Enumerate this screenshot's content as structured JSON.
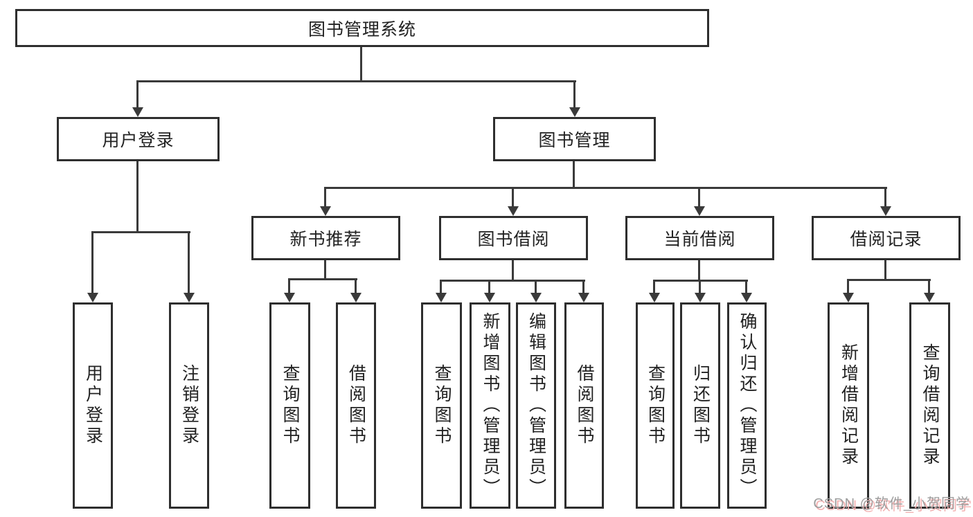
{
  "diagram": {
    "title": "图书管理系统",
    "nodes": {
      "root": "图书管理系统",
      "login": "用户登录",
      "manage": "图书管理",
      "recommend": "新书推荐",
      "borrow": "图书借阅",
      "current": "当前借阅",
      "records": "借阅记录",
      "leaf_login": "用户登录",
      "leaf_logout": "注销登录",
      "rec_query": "查询图书",
      "rec_borrow": "借阅图书",
      "bor_query": "查询图书",
      "bor_add": "新增图书（管理员）",
      "bor_edit": "编辑图书（管理员）",
      "bor_borrow": "借阅图书",
      "cur_query": "查询图书",
      "cur_return": "归还图书",
      "cur_confirm": "确认归还（管理员）",
      "records_add": "新增借阅记录",
      "records_query": "查询借阅记录"
    },
    "colors": {
      "border": "#2e2e2e",
      "line": "#3a3a3a",
      "background": "#ffffff",
      "watermark_text": "#9e9e9e",
      "watermark_shadow": "#f3b0b0"
    }
  },
  "watermark": "CSDN @软件_小贺同学"
}
